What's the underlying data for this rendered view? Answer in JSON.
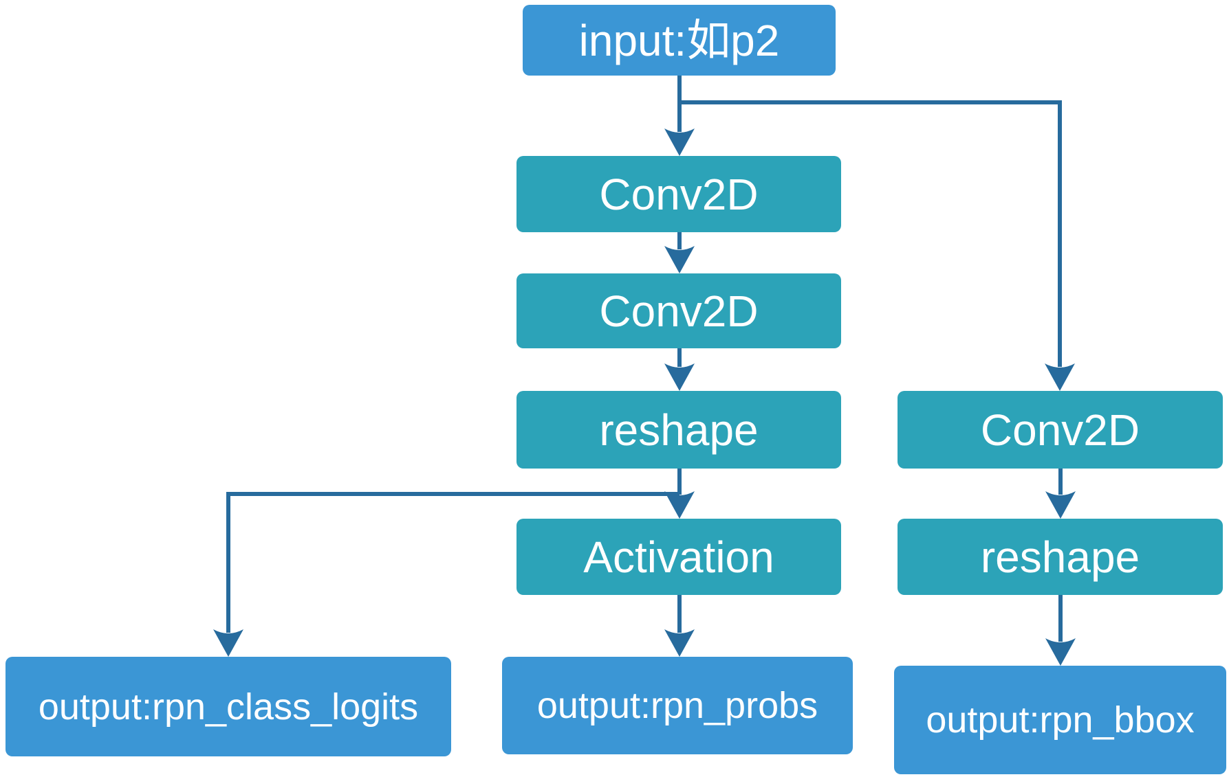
{
  "diagram": {
    "nodes": [
      {
        "id": "input",
        "label": "input:如p2",
        "type": "io"
      },
      {
        "id": "conv2d-1",
        "label": "Conv2D",
        "type": "layer"
      },
      {
        "id": "conv2d-2",
        "label": "Conv2D",
        "type": "layer"
      },
      {
        "id": "reshape-1",
        "label": "reshape",
        "type": "layer"
      },
      {
        "id": "activation",
        "label": "Activation",
        "type": "layer"
      },
      {
        "id": "output-rpn-class-logits",
        "label": "output:rpn_class_logits",
        "type": "io"
      },
      {
        "id": "output-rpn-probs",
        "label": "output:rpn_probs",
        "type": "io"
      },
      {
        "id": "conv2d-3",
        "label": "Conv2D",
        "type": "layer"
      },
      {
        "id": "reshape-2",
        "label": "reshape",
        "type": "layer"
      },
      {
        "id": "output-rpn-bbox",
        "label": "output:rpn_bbox",
        "type": "io"
      }
    ],
    "edges": [
      {
        "from": "input",
        "to": "conv2d-1"
      },
      {
        "from": "input",
        "to": "conv2d-3"
      },
      {
        "from": "conv2d-1",
        "to": "conv2d-2"
      },
      {
        "from": "conv2d-2",
        "to": "reshape-1"
      },
      {
        "from": "reshape-1",
        "to": "activation"
      },
      {
        "from": "reshape-1",
        "to": "output-rpn-class-logits"
      },
      {
        "from": "activation",
        "to": "output-rpn-probs"
      },
      {
        "from": "conv2d-3",
        "to": "reshape-2"
      },
      {
        "from": "reshape-2",
        "to": "output-rpn-bbox"
      }
    ]
  },
  "theme": {
    "io_box_color": "#3b96d5",
    "layer_box_color": "#2ca3b8",
    "connector_color": "#276b9d",
    "text_color": "#ffffff",
    "background": "#ffffff"
  }
}
